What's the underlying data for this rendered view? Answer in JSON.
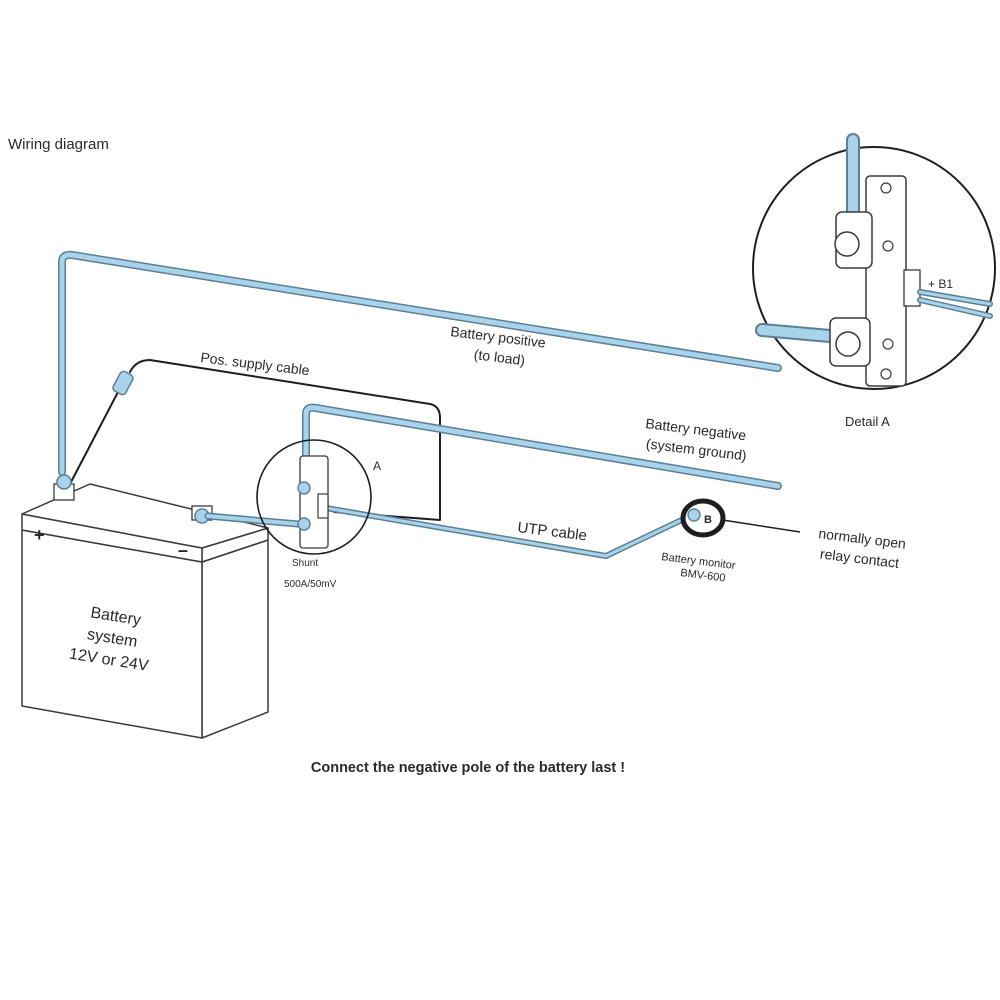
{
  "title": "Wiring diagram",
  "labels": {
    "battery_positive": [
      "Battery positive",
      "(to load)"
    ],
    "pos_supply": "Pos. supply cable",
    "battery_negative": [
      "Battery negative",
      "(system ground)"
    ],
    "utp": "UTP cable",
    "normally_open": [
      "normally open",
      "relay contact"
    ],
    "battery_monitor": [
      "Battery monitor",
      "BMV-600"
    ],
    "shunt": [
      "Shunt",
      "500A/50mV"
    ],
    "battery": [
      "Battery",
      "system",
      "12V or 24V"
    ],
    "detail_a": "Detail A",
    "marker_a": "A",
    "b1": "+ B1",
    "b_terminal": "B",
    "plus_sign": "+",
    "minus_sign": "–"
  },
  "warning": "Connect the negative pole of the battery last !",
  "colors": {
    "cable_fill": "#a9d3ea",
    "cable_edge": "#5b7f93",
    "wire": "#1e1e1e",
    "outline": "#3a3a3a"
  }
}
